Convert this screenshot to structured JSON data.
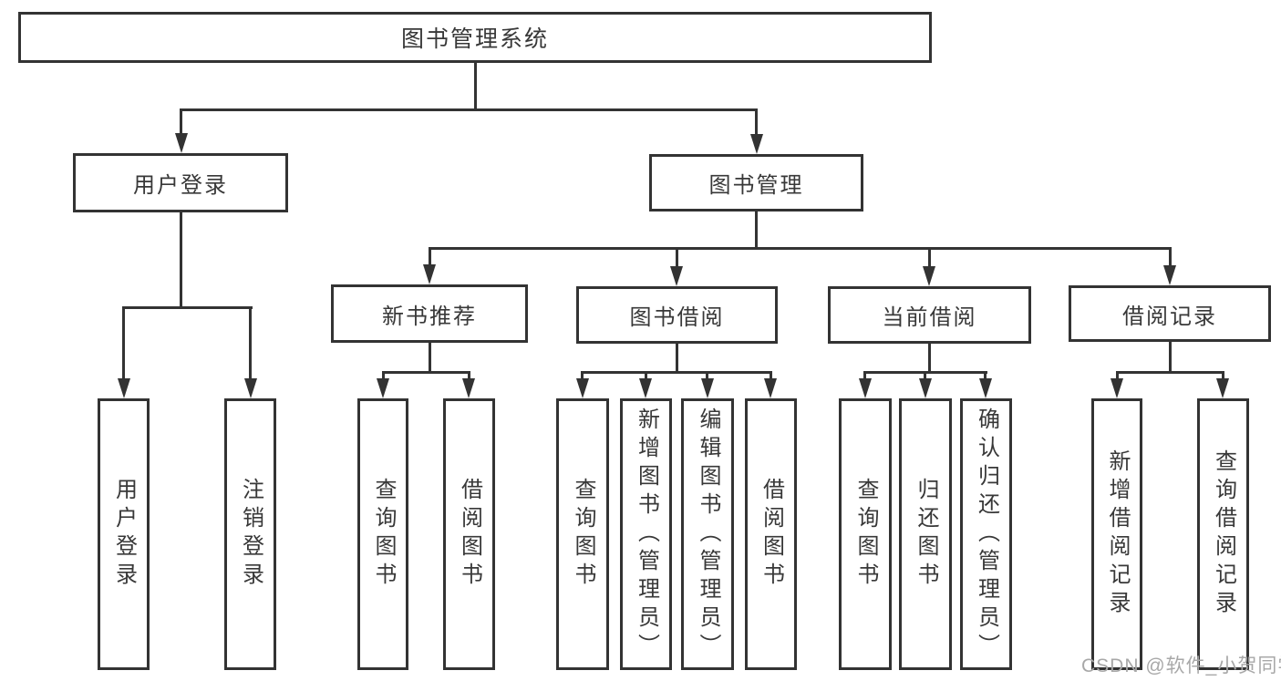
{
  "root": {
    "label": "图书管理系统"
  },
  "branches": [
    {
      "label": "用户登录",
      "children": [
        "用户登录",
        "注销登录"
      ]
    },
    {
      "label": "图书管理",
      "groups": [
        {
          "label": "新书推荐",
          "children": [
            "查询图书",
            "借阅图书"
          ]
        },
        {
          "label": "图书借阅",
          "children": [
            "查询图书",
            "新增图书（管理员）",
            "编辑图书（管理员）",
            "借阅图书"
          ]
        },
        {
          "label": "当前借阅",
          "children": [
            "查询图书",
            "归还图书",
            "确认归还（管理员）"
          ]
        },
        {
          "label": "借阅记录",
          "children": [
            "新增借阅记录",
            "查询借阅记录"
          ]
        }
      ]
    }
  ],
  "watermark": "CSDN @软件_小贺同学",
  "colors": {
    "line": "#333333",
    "text": "#383838",
    "background": "#ffffff",
    "watermark": "#a8a8a8"
  }
}
